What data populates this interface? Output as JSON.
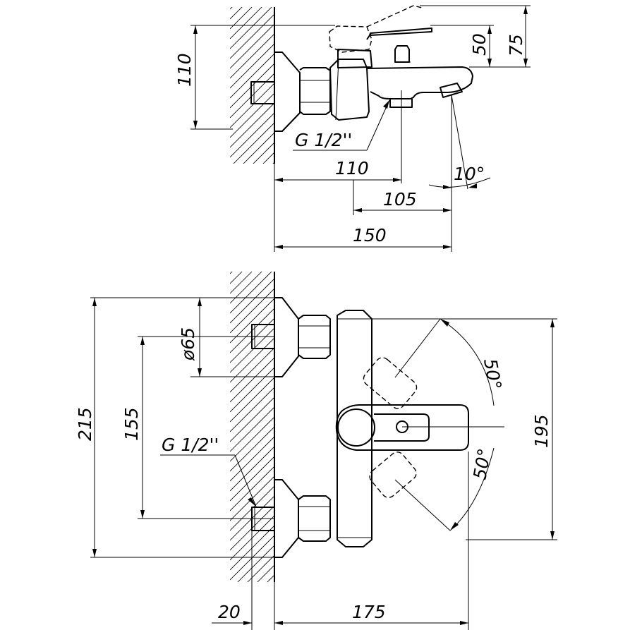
{
  "top_view": {
    "dim_110_height": "110",
    "dim_50": "50",
    "dim_75": "75",
    "thread_label": "G 1/2''",
    "dim_110_outlet": "110",
    "angle_10": "10°",
    "dim_105": "105",
    "dim_150": "150"
  },
  "front_view": {
    "dim_65": "ø65",
    "dim_215": "215",
    "dim_155": "155",
    "thread_label": "G 1/2''",
    "angle_50_upper": "50°",
    "angle_50_lower": "50°",
    "dim_195": "195",
    "dim_20": "20",
    "dim_175": "175"
  }
}
